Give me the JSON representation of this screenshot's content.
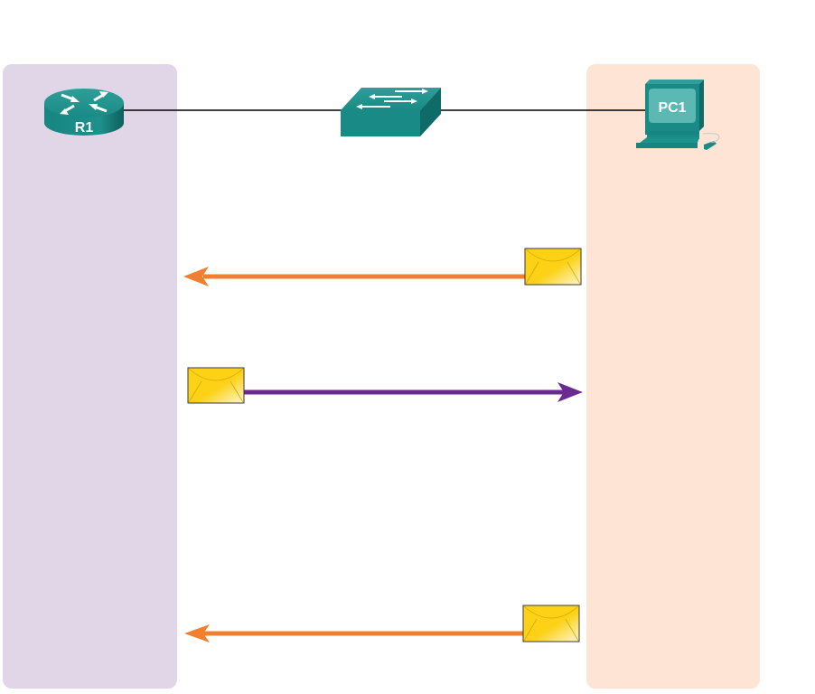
{
  "colors": {
    "router_lane": "#e0d6e8",
    "pc_lane": "#fde4d5",
    "device_teal": "#1a8a86",
    "device_teal_dark": "#0f6b68",
    "device_teal_light": "#3fa8a3",
    "link": "#000000",
    "arrow_orange": "#f08030",
    "arrow_purple": "#6a2a8e",
    "envelope_yellow": "#fcd116"
  },
  "devices": {
    "router": {
      "label": "R1",
      "icon": "router-icon"
    },
    "switch": {
      "label": "",
      "icon": "switch-icon"
    },
    "pc": {
      "label": "PC1",
      "icon": "pc-icon"
    }
  },
  "messages": [
    {
      "direction": "pc-to-router",
      "color_key": "arrow_orange",
      "icon": "envelope-icon"
    },
    {
      "direction": "router-to-pc",
      "color_key": "arrow_purple",
      "icon": "envelope-icon"
    },
    {
      "direction": "pc-to-router",
      "color_key": "arrow_orange",
      "icon": "envelope-icon"
    }
  ]
}
